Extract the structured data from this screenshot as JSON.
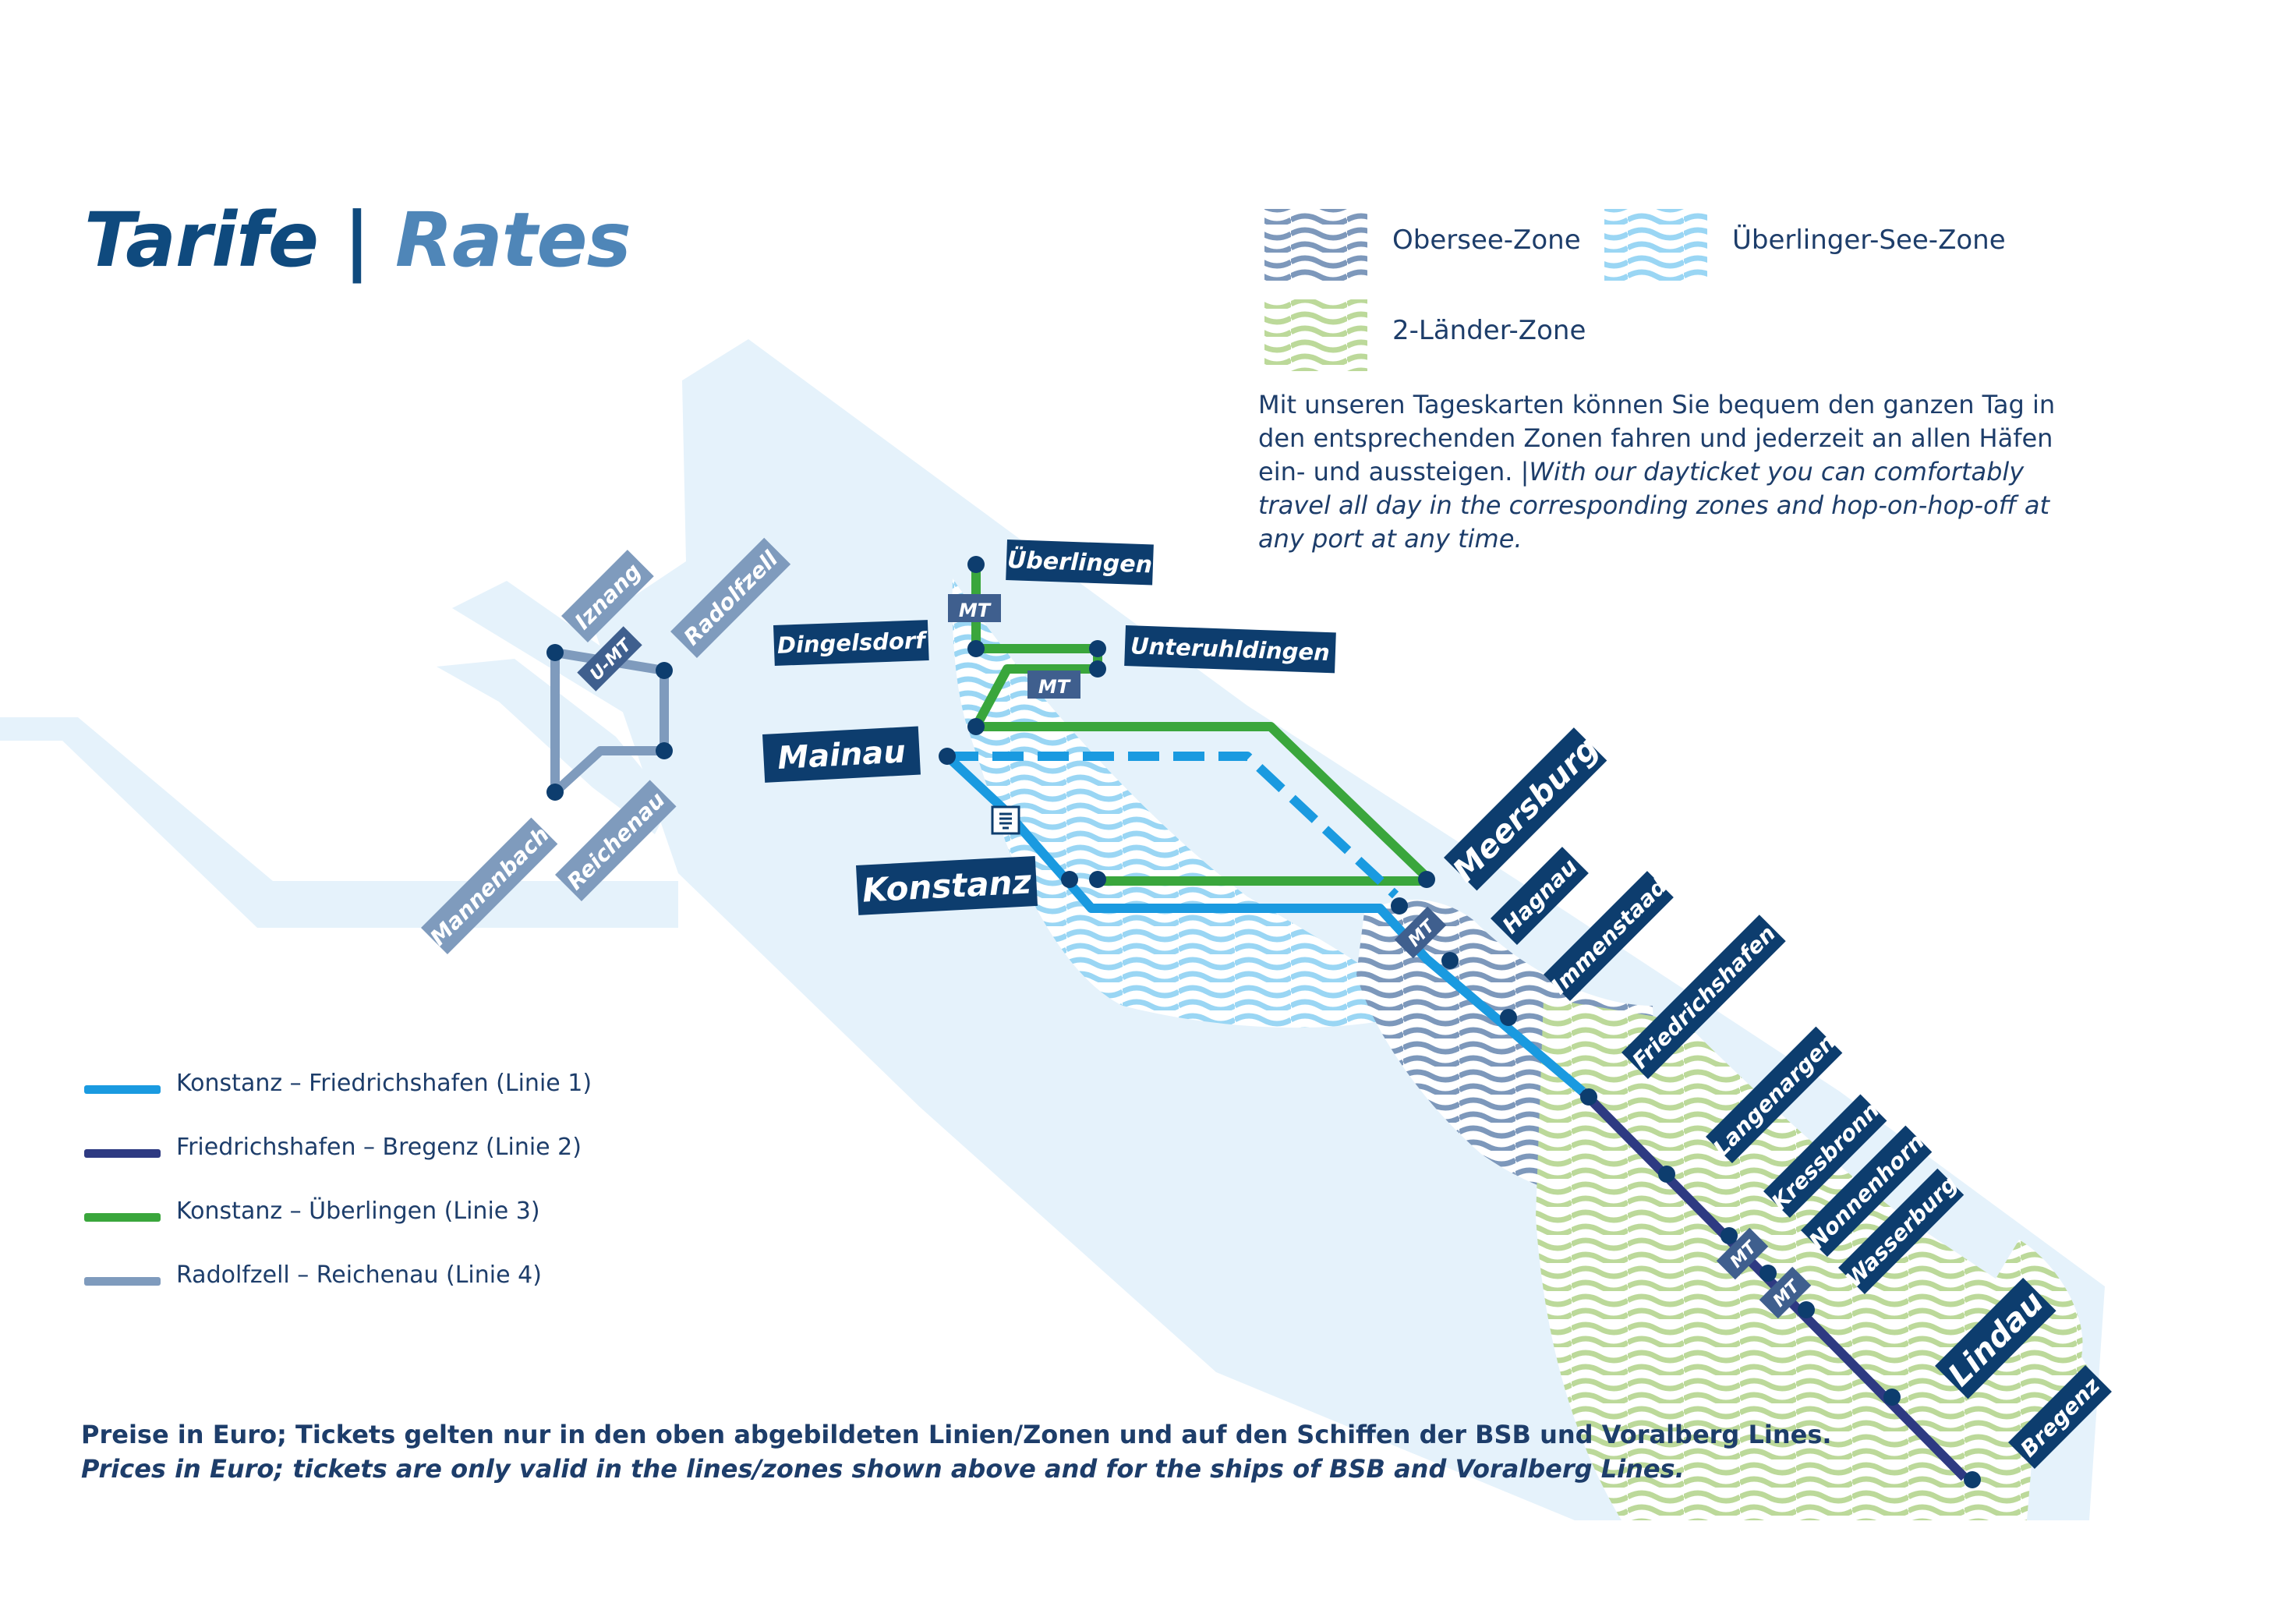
{
  "title": {
    "main": "Tarife",
    "separator": "|",
    "sub": "Rates"
  },
  "zones": [
    {
      "name": "Obersee-Zone",
      "color": "#6f8fb6"
    },
    {
      "name": "Überlinger-See-Zone",
      "color": "#8fd0f2"
    },
    {
      "name": "2-Länder-Zone",
      "color": "#b5d58e"
    }
  ],
  "info": {
    "de": "Mit unseren Tageskarten können Sie bequem den ganzen Tag in den entsprechenden Zonen fahren und jederzeit an allen Häfen ein- und aussteigen. |",
    "en": "With our dayticket you can comfortably travel all day in the corresponding zones and hop-on-hop-off at any port at any time."
  },
  "lines": [
    {
      "label": "Konstanz – Friedrichshafen (Linie 1)",
      "color": "#1a9ae0"
    },
    {
      "label": "Friedrichshafen – Bregenz (Linie 2)",
      "color": "#2e3a82"
    },
    {
      "label": "Konstanz – Überlingen (Linie 3)",
      "color": "#3aa63c"
    },
    {
      "label": "Radolfzell – Reichenau (Linie 4)",
      "color": "#7f9bbd"
    }
  ],
  "ports": {
    "ueberlingen": "Überlingen",
    "dingelsdorf": "Dingelsdorf",
    "unteruhldingen": "Unteruhldingen",
    "mainau": "Mainau",
    "konstanz": "Konstanz",
    "meersburg": "Meersburg",
    "hagnau": "Hagnau",
    "immenstaad": "Immenstaad",
    "friedrichshafen": "Friedrichshafen",
    "langenargen": "Langenargen",
    "kressbronn": "Kressbronn",
    "nonnenhorn": "Nonnenhorn",
    "wasserburg": "Wasserburg",
    "lindau": "Lindau",
    "bregenz": "Bregenz",
    "iznang": "Iznang",
    "radolfzell": "Radolfzell",
    "mannenbach": "Mannenbach",
    "reichenau": "Reichenau"
  },
  "markers": {
    "mt": "MT",
    "umt": "U-MT"
  },
  "note": {
    "de": "Preise in Euro; Tickets gelten nur in den oben abgebildeten Linien/Zonen und auf den Schiffen der BSB und Voralberg Lines.",
    "en": "Prices in Euro; tickets are only valid in the lines/zones shown above and for the ships of BSB and Voralberg Lines."
  },
  "colors": {
    "navy": "#0f4a7e",
    "lake": "#e5f2fb",
    "label_bg": "#0d3d6e",
    "label_light_bg": "#7f9bbd"
  }
}
